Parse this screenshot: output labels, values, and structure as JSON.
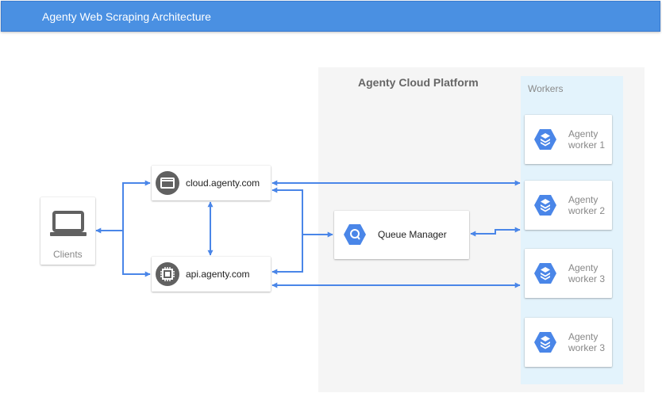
{
  "header": {
    "title": "Agenty Web Scraping Architecture"
  },
  "platform": {
    "title": "Agenty Cloud Platform"
  },
  "workers": {
    "title": "Workers",
    "items": [
      {
        "line1": "Agenty",
        "line2": "worker 1"
      },
      {
        "line1": "Agenty",
        "line2": "worker 2"
      },
      {
        "line1": "Agenty",
        "line2": "worker 3"
      },
      {
        "line1": "Agenty",
        "line2": "worker 3"
      }
    ]
  },
  "nodes": {
    "clients": "Clients",
    "cloud": "cloud.agenty.com",
    "api": "api.agenty.com",
    "queue": "Queue Manager"
  },
  "colors": {
    "header": "#4a90e2",
    "arrow": "#4a86e8",
    "icon_grey": "#616161",
    "icon_blue": "#4a86e8",
    "workers_bg": "#e3f3fc",
    "platform_bg": "#f5f5f5"
  }
}
